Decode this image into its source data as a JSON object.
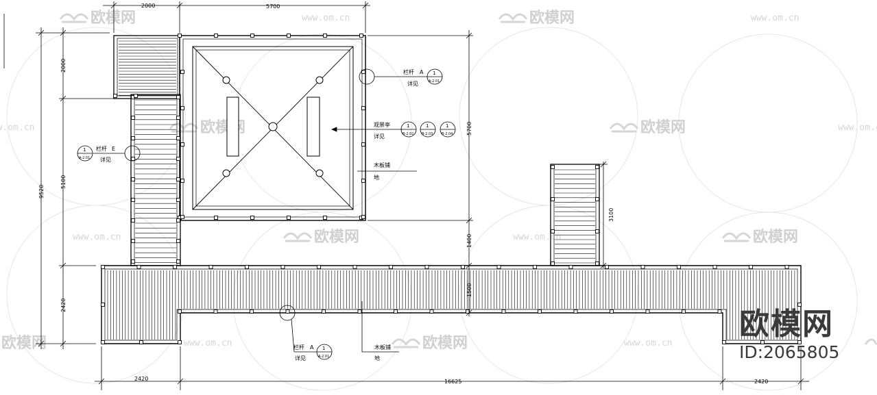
{
  "plan": {
    "dimensions": {
      "top_left": "2000",
      "top_right": "5700",
      "left_total": "9520",
      "left_upper": "2000",
      "left_middle": "5100",
      "left_lower": "2420",
      "right_pavilion": "5700",
      "right_gap": "1400",
      "right_deck": "1500",
      "right_stair": "3100",
      "bottom_left": "2420",
      "bottom_middle": "16625",
      "bottom_right": "2420"
    },
    "callouts": {
      "railing_a_top": {
        "label": "栏杆",
        "letter": "A",
        "note": "详见",
        "bubble_num": "1",
        "bubble_ref": "A-2.01"
      },
      "railing_e_left": {
        "label": "栏杆",
        "letter": "E",
        "note": "详见",
        "bubble_num": "1",
        "bubble_ref": "A-2.01"
      },
      "pavilion": {
        "label": "观景亭",
        "note": "详见",
        "bubbles": [
          {
            "num": "1",
            "ref": "B-2.02"
          },
          {
            "num": "1",
            "ref": "B-2.03"
          },
          {
            "num": "1",
            "ref": "B-2.04"
          }
        ]
      },
      "wood_floor_top": {
        "label": "木板铺",
        "sub": "地"
      },
      "railing_a_bottom": {
        "label": "栏杆",
        "letter": "A",
        "note": "详见",
        "bubble_num": "1",
        "bubble_ref": "A-2.01"
      },
      "wood_floor_bottom": {
        "label": "木板铺",
        "sub": "地"
      }
    }
  },
  "watermarks": {
    "logo_text": "欧模网",
    "url_text": "www.om.cn"
  },
  "brand": {
    "logo": "欧模网",
    "id_label": "ID:2065805"
  }
}
